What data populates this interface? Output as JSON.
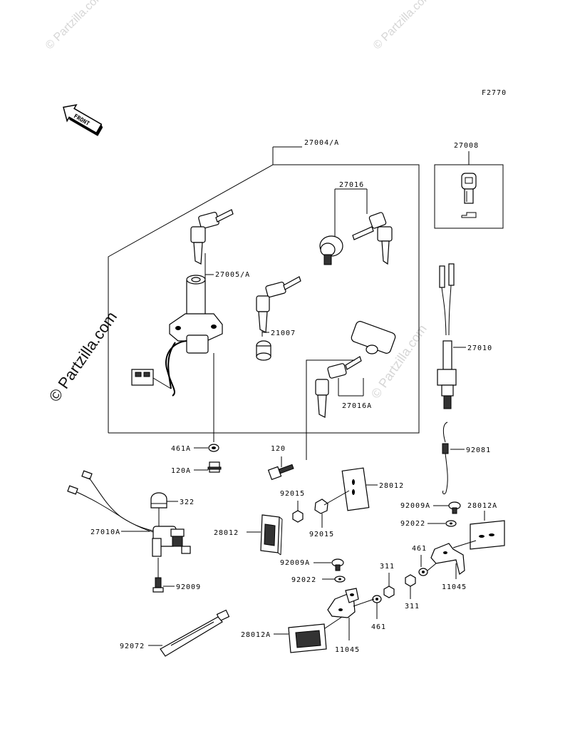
{
  "figure_code": "F2770",
  "front_arrow_text": "FRONT",
  "watermarks": [
    "© Partzilla.com",
    "© Partzilla.com",
    "© Partzilla.com",
    "© Partzilla.com"
  ],
  "callouts": {
    "c27004": "27004/A",
    "c27008": "27008",
    "c27016": "27016",
    "c27005": "27005/A",
    "c21007": "21007",
    "c27010": "27010",
    "c27016A": "27016A",
    "c461A": "461A",
    "c120A": "120A",
    "c120": "120",
    "c92081": "92081",
    "c28012_top": "28012",
    "c322": "322",
    "c92015_top": "92015",
    "c92015_bot": "92015",
    "c27010A": "27010A",
    "c28012_left": "28012",
    "c92009A_right": "92009A",
    "c28012A_right": "28012A",
    "c92022_right": "92022",
    "c92009A_mid": "92009A",
    "c461_right": "461",
    "c311_top": "311",
    "c92022_mid": "92022",
    "c11045_right": "11045",
    "c311_bot": "311",
    "c92009": "92009",
    "c461_bot": "461",
    "c92072": "92072",
    "c28012A_bot": "28012A",
    "c11045_bot": "11045"
  }
}
